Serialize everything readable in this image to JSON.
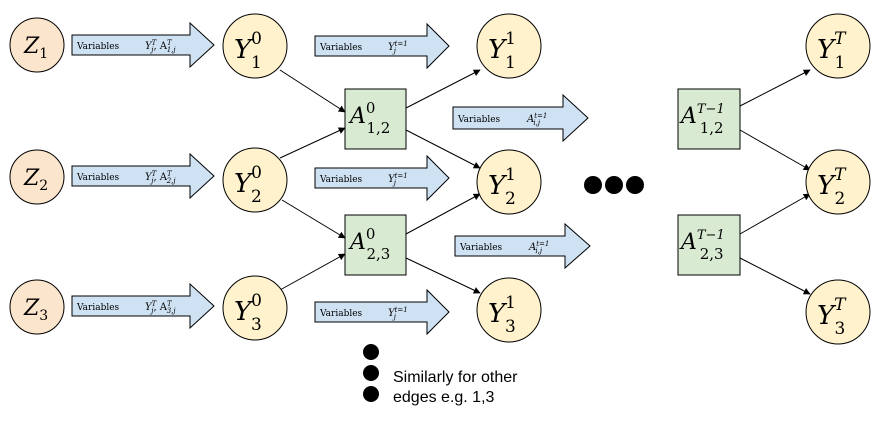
{
  "nodes": {
    "z1": {
      "base": "Z",
      "sub": "1"
    },
    "z2": {
      "base": "Z",
      "sub": "2"
    },
    "z3": {
      "base": "Z",
      "sub": "3"
    },
    "y10": {
      "base": "Y",
      "sub": "1",
      "sup": "0"
    },
    "y20": {
      "base": "Y",
      "sub": "2",
      "sup": "0"
    },
    "y30": {
      "base": "Y",
      "sub": "3",
      "sup": "0"
    },
    "y11": {
      "base": "Y",
      "sub": "1",
      "sup": "1"
    },
    "y21": {
      "base": "Y",
      "sub": "2",
      "sup": "1"
    },
    "y31": {
      "base": "Y",
      "sub": "3",
      "sup": "1"
    },
    "y1T": {
      "base": "Y",
      "sub": "1",
      "sup": "T"
    },
    "y2T": {
      "base": "Y",
      "sub": "2",
      "sup": "T"
    },
    "y3T": {
      "base": "Y",
      "sub": "3",
      "sup": "T"
    },
    "a120": {
      "base": "A",
      "sub": "1,2",
      "sup": "0"
    },
    "a230": {
      "base": "A",
      "sub": "2,3",
      "sup": "0"
    },
    "a12T": {
      "base": "A",
      "sub": "1,2",
      "sup": "T−1"
    },
    "a23T": {
      "base": "A",
      "sub": "2,3",
      "sup": "T−1"
    }
  },
  "arrows": {
    "zy1": {
      "word": "Variables",
      "math": "Y",
      "mathsup": "T",
      "mathsub": "j",
      "math2": ", A",
      "math2sup": "T",
      "math2sub": "1,j"
    },
    "zy2": {
      "word": "Variables",
      "math": "Y",
      "mathsup": "T",
      "mathsub": "j",
      "math2": ", A",
      "math2sup": "T",
      "math2sub": "2,j"
    },
    "zy3": {
      "word": "Variables",
      "math": "Y",
      "mathsup": "T",
      "mathsub": "j",
      "math2": ", A",
      "math2sup": "T",
      "math2sub": "3,j"
    },
    "yy1": {
      "word": "Variables",
      "math": "Y",
      "mathsup": "t=1",
      "mathsub": "j"
    },
    "yy2": {
      "word": "Variables",
      "math": "Y",
      "mathsup": "t=1",
      "mathsub": "j"
    },
    "yy3": {
      "word": "Variables",
      "math": "Y",
      "mathsup": "t=1",
      "mathsub": "j"
    },
    "aa1": {
      "word": "Variables",
      "math": "A",
      "mathsup": "t=1",
      "mathsub": "i,j"
    },
    "aa2": {
      "word": "Variables",
      "math": "A",
      "mathsup": "t=1",
      "mathsub": "i,j"
    }
  },
  "note": "Similarly for other\nedges e.g. 1,3"
}
